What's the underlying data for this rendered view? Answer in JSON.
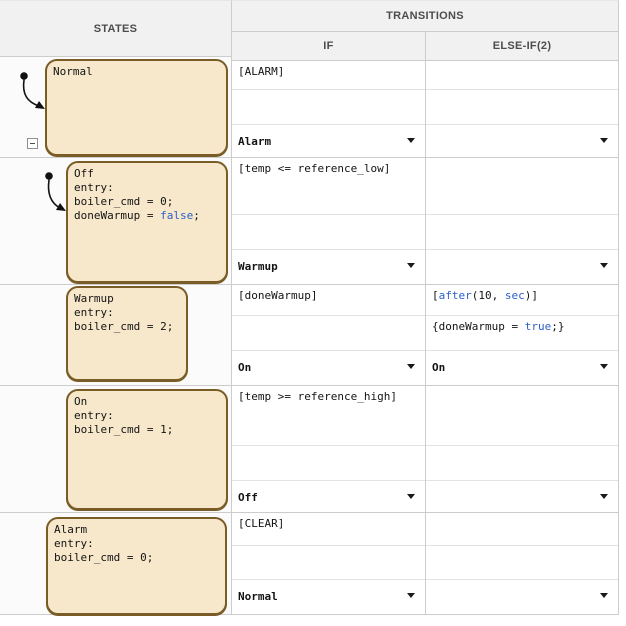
{
  "colors": {
    "header_bg": "#f1f1f1",
    "header_text": "#4c4c4c",
    "grid_strong": "#cccccc",
    "grid_light": "#e3e3e3",
    "states_col_bg": "#fbfbfb",
    "state_fill": "#f7e8cc",
    "state_border": "#7a5c26",
    "keyword": "#2b5fc7",
    "text": "#141414"
  },
  "header": {
    "states": "STATES",
    "transitions": "TRANSITIONS",
    "if": "IF",
    "elseif": "ELSE-IF(2)"
  },
  "rows": [
    {
      "state": {
        "name": "Normal"
      },
      "if": {
        "condition": "[ALARM]",
        "action": "",
        "dest": "Alarm"
      },
      "elseif": {
        "condition": "",
        "action": "",
        "dest": ""
      }
    },
    {
      "state": {
        "name": "Off",
        "lines": [
          "entry:",
          "boiler_cmd = 0;"
        ],
        "entry_pre": "doneWarmup = ",
        "entry_kw": "false",
        "entry_post": ";"
      },
      "if": {
        "condition": "[temp <= reference_low]",
        "action": "",
        "dest": "Warmup"
      },
      "elseif": {
        "condition": "",
        "action": "",
        "dest": ""
      }
    },
    {
      "state": {
        "name": "Warmup",
        "lines": [
          "entry:",
          "boiler_cmd = 2;"
        ]
      },
      "if": {
        "condition": "[doneWarmup]",
        "action": "",
        "dest": "On"
      },
      "elseif": {
        "cond_pre": "[",
        "cond_kw1": "after",
        "cond_mid": "(10, ",
        "cond_kw2": "sec",
        "cond_post": ")]",
        "act_pre": "{doneWarmup = ",
        "act_kw": "true",
        "act_post": ";}",
        "dest": "On"
      }
    },
    {
      "state": {
        "name": "On",
        "lines": [
          "entry:",
          "boiler_cmd = 1;"
        ]
      },
      "if": {
        "condition": "[temp >= reference_high]",
        "action": "",
        "dest": "Off"
      },
      "elseif": {
        "condition": "",
        "action": "",
        "dest": ""
      }
    },
    {
      "state": {
        "name": "Alarm",
        "lines": [
          "entry:",
          "boiler_cmd = 0;"
        ]
      },
      "if": {
        "condition": "[CLEAR]",
        "action": "",
        "dest": "Normal"
      },
      "elseif": {
        "condition": "",
        "action": "",
        "dest": ""
      }
    }
  ]
}
